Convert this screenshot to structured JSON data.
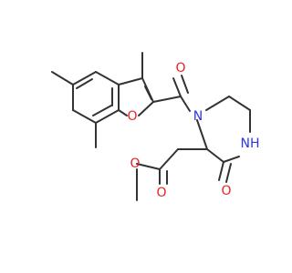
{
  "molecule": {
    "atom_labels": {
      "furan_oxygen": "O",
      "ketone_oxygen": "O",
      "ring_nitrogen": "N",
      "amide_oxygen": "O",
      "amide_nh": "NH",
      "ester_carbonyl_oxygen": "O",
      "ester_ether_oxygen": "O"
    },
    "colors": {
      "bond": "#333333",
      "oxygen": "#e8221f",
      "nitrogen": "#2b36e6",
      "background": "#ffffff"
    }
  }
}
